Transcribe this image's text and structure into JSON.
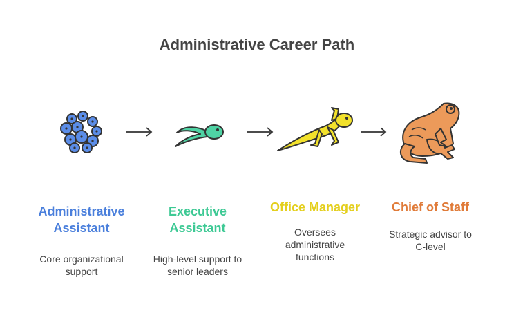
{
  "title": "Administrative Career Path",
  "stages": [
    {
      "title_lines": [
        "Administrative",
        "Assistant"
      ],
      "description_lines": [
        "Core organizational",
        "support"
      ],
      "color": "#4a7fdc",
      "icon": "frog-eggs-icon"
    },
    {
      "title_lines": [
        "Executive",
        "Assistant"
      ],
      "description_lines": [
        "High-level support to",
        "senior leaders"
      ],
      "color": "#3dc994",
      "icon": "tadpole-icon"
    },
    {
      "title_lines": [
        "Office Manager"
      ],
      "description_lines": [
        "Oversees",
        "administrative",
        "functions"
      ],
      "color": "#e4cf1d",
      "icon": "froglet-icon"
    },
    {
      "title_lines": [
        "Chief of Staff"
      ],
      "description_lines": [
        "Strategic advisor to",
        "C-level"
      ],
      "color": "#e07b39",
      "icon": "frog-icon"
    }
  ],
  "arrow_icon": "right-arrow-icon"
}
